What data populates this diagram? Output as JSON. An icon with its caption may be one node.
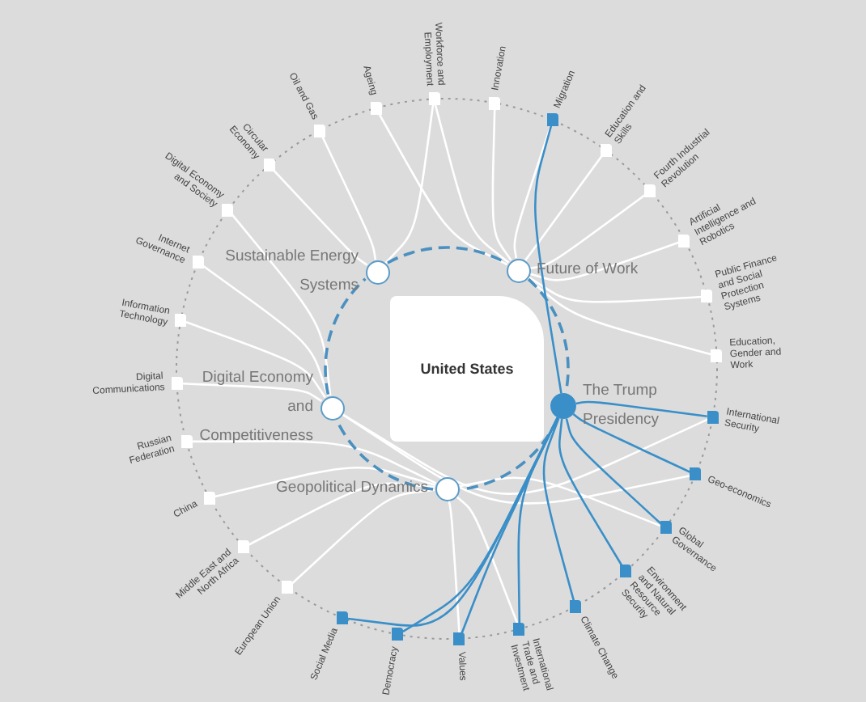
{
  "diagram": {
    "nodes": [
      {
        "text": [
          "United States"
        ]
      },
      {
        "text": [],
        "shape": "circle",
        "beside": [
          "Sustainable Energy Systems"
        ]
      },
      {
        "text": [],
        "shape": "circle",
        "beside": [
          "Future of Work"
        ]
      },
      {
        "text": [],
        "shape": "circle",
        "beside": [
          "Digital Economy and Competitiveness"
        ]
      },
      {
        "text": [],
        "shape": "circle",
        "beside": [
          "The Trump Presidency"
        ]
      },
      {
        "text": [],
        "shape": "circle",
        "beside": [
          "Geopolitical Dynamics"
        ]
      },
      {
        "text": [],
        "shape": "box",
        "beside": [
          "Workforce and Employment"
        ]
      },
      {
        "text": [],
        "shape": "box",
        "beside": [
          "Innovation"
        ]
      },
      {
        "text": [],
        "shape": "box",
        "beside": [
          "Migration"
        ]
      },
      {
        "text": [],
        "shape": "box",
        "beside": [
          "Education and Skills"
        ]
      },
      {
        "text": [],
        "shape": "box",
        "beside": [
          "Fourth Industrial Revolution"
        ]
      },
      {
        "text": [],
        "shape": "box",
        "beside": [
          "Artificial Intelligence and Robotics"
        ]
      },
      {
        "text": [],
        "shape": "box",
        "beside": [
          "Public Finance and Social Protection Systems"
        ]
      },
      {
        "text": [],
        "shape": "box",
        "beside": [
          "Education, Gender and Work"
        ]
      },
      {
        "text": [],
        "shape": "box",
        "beside": [
          "International Security"
        ]
      },
      {
        "text": [],
        "shape": "box",
        "beside": [
          "Geo-economics"
        ]
      },
      {
        "text": [],
        "shape": "box",
        "beside": [
          "Global Governance"
        ]
      },
      {
        "text": [],
        "shape": "box",
        "beside": [
          "Environment and Natural Resource Security"
        ]
      },
      {
        "text": [],
        "shape": "box",
        "beside": [
          "Climate Change"
        ]
      },
      {
        "text": [],
        "shape": "box",
        "beside": [
          "International Trade and Investment"
        ]
      },
      {
        "text": [],
        "shape": "box",
        "beside": [
          "Values"
        ]
      },
      {
        "text": [],
        "shape": "box",
        "beside": [
          "Democracy"
        ]
      },
      {
        "text": [],
        "shape": "box",
        "beside": [
          "Social Media"
        ]
      },
      {
        "text": [],
        "shape": "box",
        "beside": [
          "European Union"
        ]
      },
      {
        "text": [],
        "shape": "box",
        "beside": [
          "Middle East and North Africa"
        ]
      },
      {
        "text": [],
        "shape": "box",
        "beside": [
          "China"
        ]
      },
      {
        "text": [],
        "shape": "box",
        "beside": [
          "Russian Federation"
        ]
      },
      {
        "text": [],
        "shape": "box",
        "beside": [
          "Digital Communications"
        ]
      },
      {
        "text": [],
        "shape": "box",
        "beside": [
          "Information Technology"
        ]
      },
      {
        "text": [],
        "shape": "box",
        "beside": [
          "Internet Governance"
        ]
      },
      {
        "text": [],
        "shape": "box",
        "beside": [
          "Digital Economy and Society"
        ]
      },
      {
        "text": [],
        "shape": "box",
        "beside": [
          "Circular Economy"
        ]
      },
      {
        "text": [],
        "shape": "box",
        "beside": [
          "Oil and Gas"
        ]
      },
      {
        "text": [],
        "shape": "box",
        "beside": [
          "Ageing"
        ]
      }
    ],
    "edges": [
      {
        "from": 1,
        "to": 2,
        "arrow": "none",
        "style": "dashed",
        "color": "#4a90c0"
      },
      {
        "from": 2,
        "to": 4,
        "arrow": "none",
        "style": "dashed",
        "color": "#4a90c0"
      },
      {
        "from": 4,
        "to": 5,
        "arrow": "none",
        "style": "dashed",
        "color": "#4a90c0"
      },
      {
        "from": 5,
        "to": 3,
        "arrow": "none",
        "style": "dashed",
        "color": "#4a90c0"
      },
      {
        "from": 3,
        "to": 1,
        "arrow": "none",
        "style": "dashed",
        "color": "#4a90c0"
      },
      {
        "from": 2,
        "to": 6,
        "arrow": "none"
      },
      {
        "from": 2,
        "to": 7,
        "arrow": "none"
      },
      {
        "from": 2,
        "to": 8,
        "arrow": "none"
      },
      {
        "from": 2,
        "to": 9,
        "arrow": "none"
      },
      {
        "from": 2,
        "to": 10,
        "arrow": "none"
      },
      {
        "from": 2,
        "to": 11,
        "arrow": "none"
      },
      {
        "from": 2,
        "to": 12,
        "arrow": "none"
      },
      {
        "from": 2,
        "to": 13,
        "arrow": "none"
      },
      {
        "from": 2,
        "to": 33,
        "arrow": "none"
      },
      {
        "from": 1,
        "to": 31,
        "arrow": "none"
      },
      {
        "from": 1,
        "to": 32,
        "arrow": "none"
      },
      {
        "from": 1,
        "to": 6,
        "arrow": "none"
      },
      {
        "from": 3,
        "to": 27,
        "arrow": "none"
      },
      {
        "from": 3,
        "to": 28,
        "arrow": "none"
      },
      {
        "from": 3,
        "to": 29,
        "arrow": "none"
      },
      {
        "from": 3,
        "to": 30,
        "arrow": "none"
      },
      {
        "from": 3,
        "to": 14,
        "arrow": "none"
      },
      {
        "from": 3,
        "to": 15,
        "arrow": "none"
      },
      {
        "from": 5,
        "to": 23,
        "arrow": "none"
      },
      {
        "from": 5,
        "to": 24,
        "arrow": "none"
      },
      {
        "from": 5,
        "to": 25,
        "arrow": "none"
      },
      {
        "from": 5,
        "to": 26,
        "arrow": "none"
      },
      {
        "from": 5,
        "to": 20,
        "arrow": "none"
      },
      {
        "from": 5,
        "to": 19,
        "arrow": "none"
      },
      {
        "from": 5,
        "to": 16,
        "arrow": "none"
      },
      {
        "from": 4,
        "to": 8,
        "arrow": "none",
        "color": "#3a8fc8"
      },
      {
        "from": 4,
        "to": 14,
        "arrow": "none",
        "color": "#3a8fc8"
      },
      {
        "from": 4,
        "to": 15,
        "arrow": "none",
        "color": "#3a8fc8"
      },
      {
        "from": 4,
        "to": 16,
        "arrow": "none",
        "color": "#3a8fc8"
      },
      {
        "from": 4,
        "to": 17,
        "arrow": "none",
        "color": "#3a8fc8"
      },
      {
        "from": 4,
        "to": 18,
        "arrow": "none",
        "color": "#3a8fc8"
      },
      {
        "from": 4,
        "to": 19,
        "arrow": "none",
        "color": "#3a8fc8"
      },
      {
        "from": 4,
        "to": 20,
        "arrow": "none",
        "color": "#3a8fc8"
      },
      {
        "from": 4,
        "to": 21,
        "arrow": "none",
        "color": "#3a8fc8"
      },
      {
        "from": 4,
        "to": 22,
        "arrow": "none",
        "color": "#3a8fc8"
      }
    ]
  }
}
